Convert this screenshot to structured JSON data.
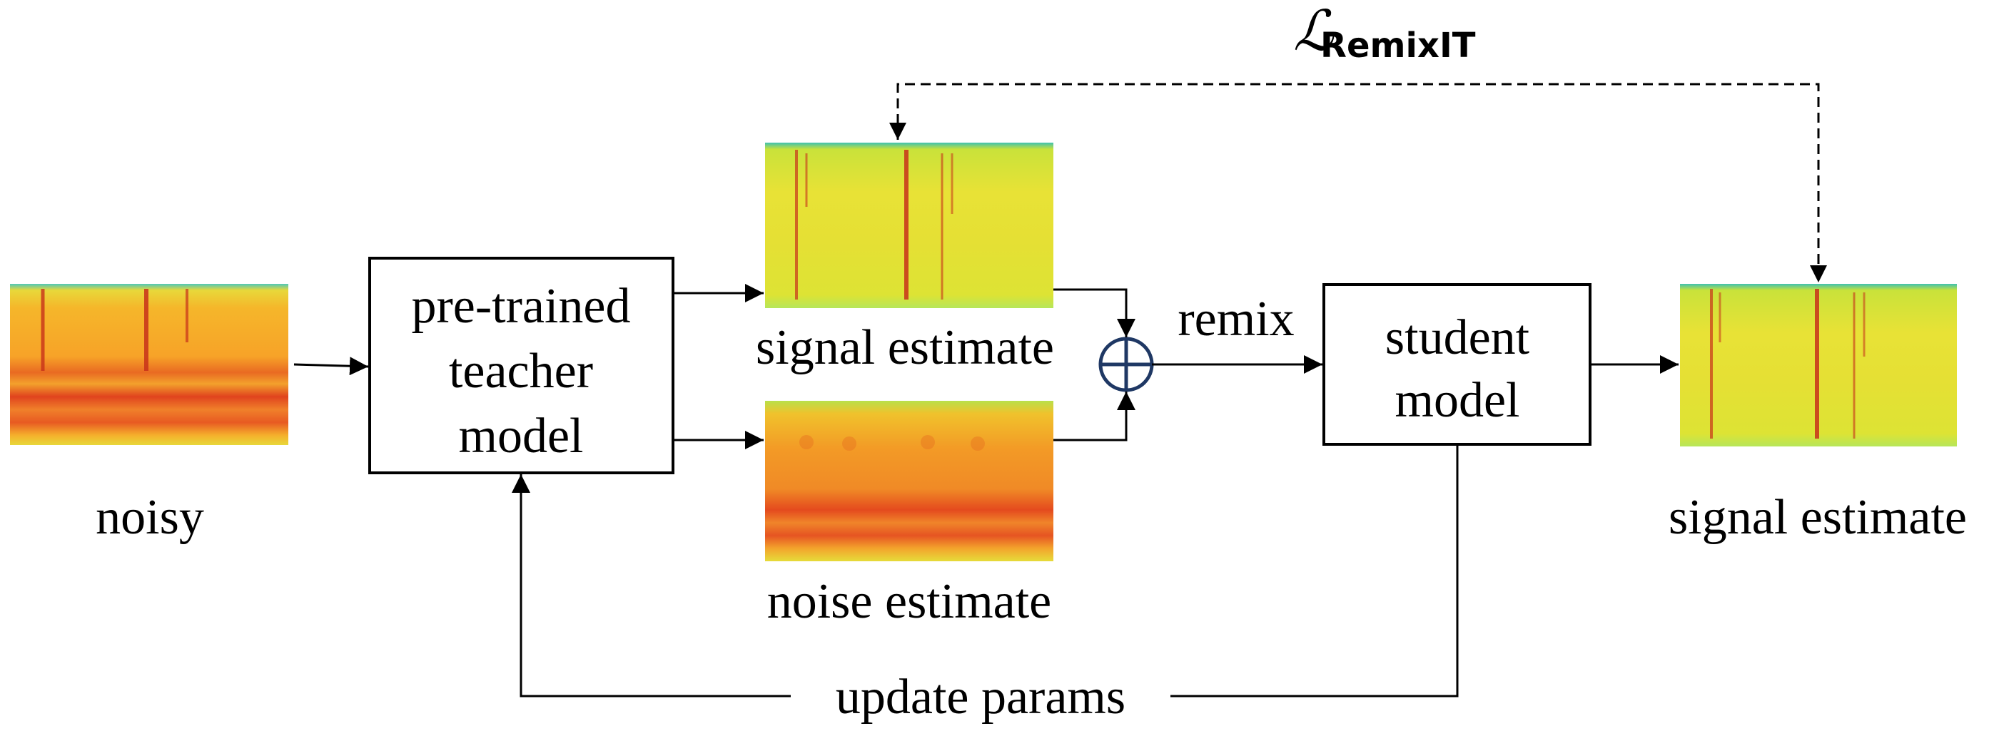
{
  "labels": {
    "noisy": "noisy",
    "teacher_line1": "pre-trained",
    "teacher_line2": "teacher",
    "teacher_line3": "model",
    "signal_estimate_top": "signal estimate",
    "noise_estimate": "noise estimate",
    "remix": "remix",
    "student_line1": "student",
    "student_line2": "model",
    "signal_estimate_right": "signal estimate",
    "update_params": "update params",
    "loss_symbol": "ℒ",
    "loss_subscript": "RemixIT"
  },
  "operator": "⊕",
  "colors": {
    "line": "#000000",
    "sum_circle": "#1f3864",
    "spec_yellow": "#e6e234",
    "spec_orange": "#f29a1e",
    "spec_red": "#d9381c",
    "spec_green": "#3cc6a0",
    "spec_lime": "#c8e63c"
  },
  "icons": {
    "input_spectrogram": "noisy-spectrogram",
    "signal_spectrogram": "signal-spectrogram",
    "noise_spectrogram": "noise-spectrogram",
    "output_spectrogram": "output-spectrogram"
  }
}
